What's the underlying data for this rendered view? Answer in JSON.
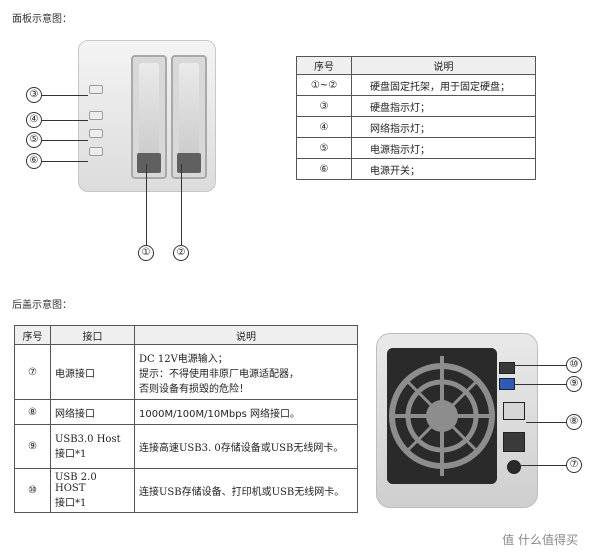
{
  "front_section": {
    "title": "面板示意图："
  },
  "rear_section": {
    "title": "后盖示意图："
  },
  "front_callouts": {
    "c3": "③",
    "c4": "④",
    "c5": "⑤",
    "c6": "⑥",
    "c1": "①",
    "c2": "②"
  },
  "rear_callouts": {
    "c10": "⑩",
    "c9": "⑨",
    "c8": "⑧",
    "c7": "⑦"
  },
  "front_table": {
    "headers": [
      "序号",
      "说明"
    ],
    "rows": [
      {
        "no": "①~②",
        "desc": "硬盘固定托架，用于固定硬盘；"
      },
      {
        "no": "③",
        "desc": "硬盘指示灯；"
      },
      {
        "no": "④",
        "desc": "网络指示灯；"
      },
      {
        "no": "⑤",
        "desc": "电源指示灯；"
      },
      {
        "no": "⑥",
        "desc": "电源开关；"
      }
    ]
  },
  "rear_table": {
    "headers": [
      "序号",
      "接口",
      "说明"
    ],
    "rows": [
      {
        "no": "⑦",
        "port": "电源接口",
        "desc_line1": "DC 12V电源输入；",
        "desc_line2": "提示：不得使用非原厂电源适配器，",
        "desc_line3": "否则设备有损毁的危险！"
      },
      {
        "no": "⑧",
        "port": "网络接口",
        "desc": "1000M/100M/10Mbps 网络接口。"
      },
      {
        "no": "⑨",
        "port_line1": "USB3.0 Host",
        "port_line2": "接口*1",
        "desc": "连接高速USB3. 0存储设备或USB无线网卡。"
      },
      {
        "no": "⑩",
        "port_line1": "USB 2.0 HOST",
        "port_line2": "接口*1",
        "desc": "连接USB存储设备、打印机或USB无线网卡。"
      }
    ]
  },
  "watermark": {
    "text": "值 什么值得买"
  },
  "colors": {
    "usb3_port": "#2f5ab8",
    "table_header_bg": "#efefef"
  }
}
